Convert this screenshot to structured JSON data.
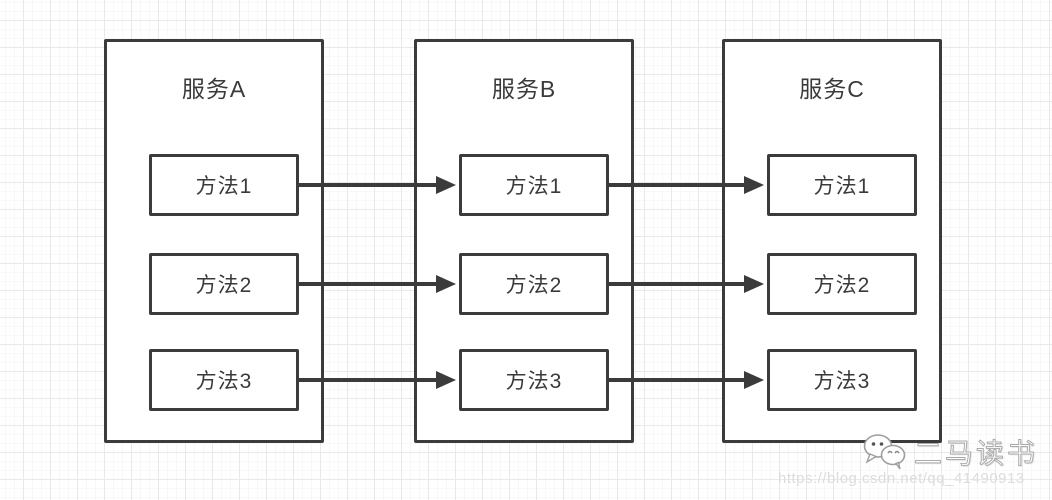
{
  "diagram": {
    "services": [
      {
        "name": "服务A",
        "methods": [
          "方法1",
          "方法2",
          "方法3"
        ]
      },
      {
        "name": "服务B",
        "methods": [
          "方法1",
          "方法2",
          "方法3"
        ]
      },
      {
        "name": "服务C",
        "methods": [
          "方法1",
          "方法2",
          "方法3"
        ]
      }
    ],
    "connections": [
      {
        "from": "服务A.方法1",
        "to": "服务B.方法1"
      },
      {
        "from": "服务A.方法2",
        "to": "服务B.方法2"
      },
      {
        "from": "服务A.方法3",
        "to": "服务B.方法3"
      },
      {
        "from": "服务B.方法1",
        "to": "服务C.方法1"
      },
      {
        "from": "服务B.方法2",
        "to": "服务C.方法2"
      },
      {
        "from": "服务B.方法3",
        "to": "服务C.方法3"
      }
    ]
  },
  "watermark": {
    "icon": "chat-bubbles-icon",
    "brand": "二马读书",
    "url": "https://blog.csdn.net/qq_41490913"
  },
  "colors": {
    "shape_stroke": "#3b3b3b",
    "shape_fill": "#ffffff",
    "text": "#3a3a3a",
    "grid_major": "#e9e9e9",
    "grid_minor": "#f8f8f8",
    "watermark_fill": "#ffffff",
    "watermark_outline": "#ababab",
    "watermark_url_text": "#dcdcdc"
  }
}
